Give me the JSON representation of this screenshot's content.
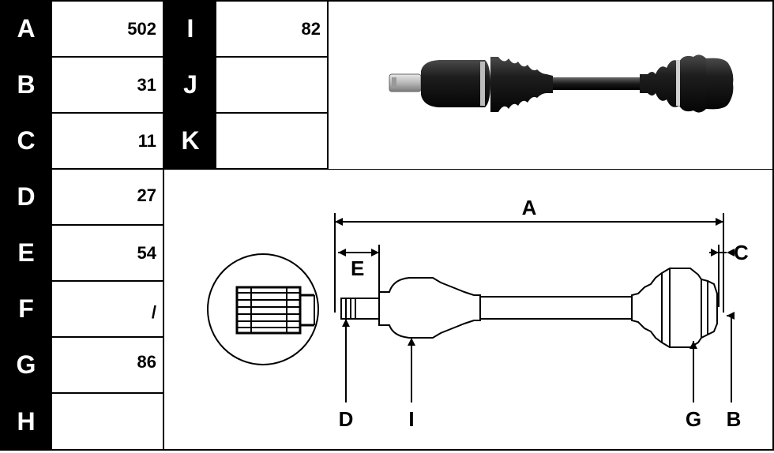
{
  "left_table": [
    {
      "letter": "A",
      "value": "502"
    },
    {
      "letter": "B",
      "value": "31"
    },
    {
      "letter": "C",
      "value": "11"
    },
    {
      "letter": "D",
      "value": "27"
    },
    {
      "letter": "E",
      "value": "54"
    },
    {
      "letter": "F",
      "value": "/"
    },
    {
      "letter": "G",
      "value": "86"
    },
    {
      "letter": "H",
      "value": ""
    }
  ],
  "right_table": [
    {
      "letter": "I",
      "value": "82"
    },
    {
      "letter": "J",
      "value": ""
    },
    {
      "letter": "K",
      "value": ""
    }
  ],
  "diagram_labels": {
    "a": "A",
    "b": "B",
    "c": "C",
    "d": "D",
    "e": "E",
    "g": "G",
    "i": "I"
  },
  "colors": {
    "ink": "#000000",
    "paper": "#ffffff",
    "shaft": "#1a1a1a"
  }
}
